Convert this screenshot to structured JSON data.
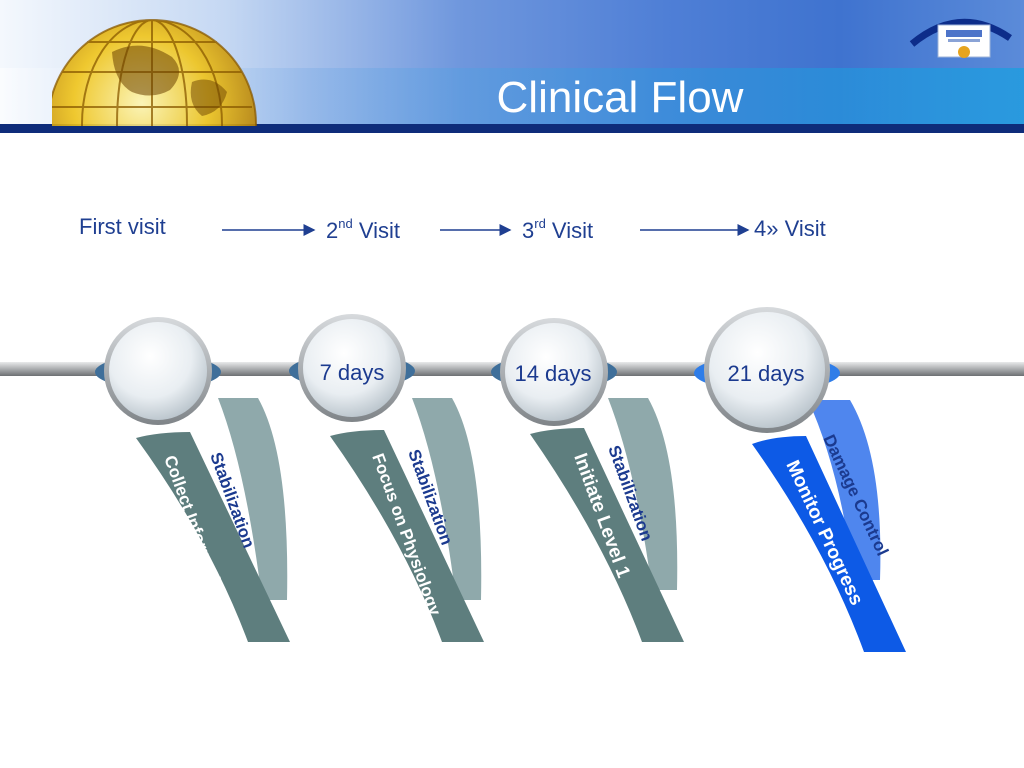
{
  "slide": {
    "title": "Clinical Flow"
  },
  "visits": [
    {
      "number": "First visit",
      "sup": "",
      "word": ""
    },
    {
      "number": "2",
      "sup": "nd",
      "word": " Visit"
    },
    {
      "number": "3",
      "sup": "rd",
      "word": " Visit"
    },
    {
      "number": "4» Visit",
      "sup": "",
      "word": ""
    }
  ],
  "milestones": [
    {
      "days": "",
      "tab_label": "Stabilization",
      "ribbon_label": "Collect Information"
    },
    {
      "days": "7 days",
      "tab_label": "Stabilization",
      "ribbon_label": "Focus on Physiology"
    },
    {
      "days": "14 days",
      "tab_label": "Stabilization",
      "ribbon_label": "Initiate Level  1"
    },
    {
      "days": "21 days",
      "tab_label": "Damage Control",
      "ribbon_label": "Monitor Progress"
    }
  ],
  "colors": {
    "header_rule": "#0e2c7a",
    "visit_text": "#1f3f91",
    "tab_gray": "#8fa9ab",
    "ribbon_gray": "#5e7e7e",
    "tab_blue": "#4f86ee",
    "ribbon_blue": "#0d5ae6",
    "label_navy": "#1b3a8f"
  },
  "icons": {
    "header_globe": "globe-icon",
    "header_logo": "hope-logo-icon"
  }
}
